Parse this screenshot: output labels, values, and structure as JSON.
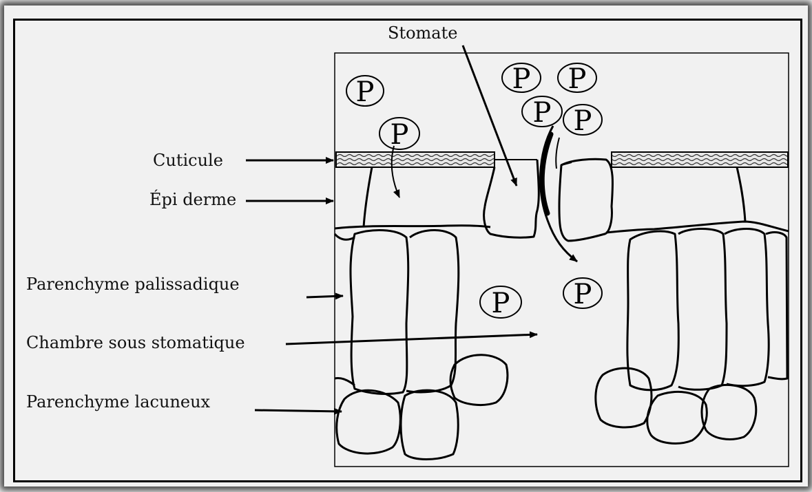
{
  "labels": {
    "stomate": "Stomate",
    "cuticule": "Cuticule",
    "epiderme": "Épi derme",
    "palissadique": "Parenchyme palissadique",
    "chambre": "Chambre sous stomatique",
    "lacuneux": "Parenchyme lacuneux"
  },
  "particle_symbol": "P",
  "icons": {
    "particle": "circled-P",
    "arrow": "arrow-right"
  }
}
